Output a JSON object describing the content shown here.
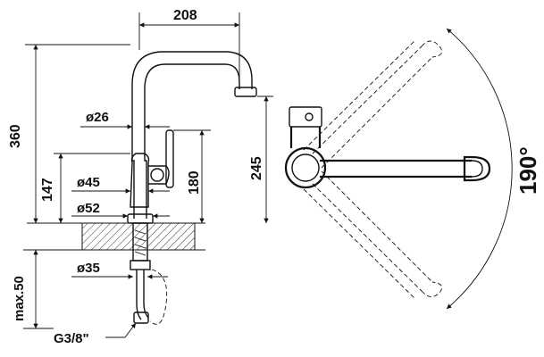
{
  "dimensions": {
    "width_top": "208",
    "height_total": "360",
    "diameter_spout": "ø26",
    "height_147": "147",
    "diameter_body": "ø45",
    "diameter_base": "ø52",
    "height_180": "180",
    "height_245": "245",
    "depth_max": "max.50",
    "diameter_shank": "ø35",
    "thread": "G3/8\"",
    "swivel_angle": "190°"
  }
}
